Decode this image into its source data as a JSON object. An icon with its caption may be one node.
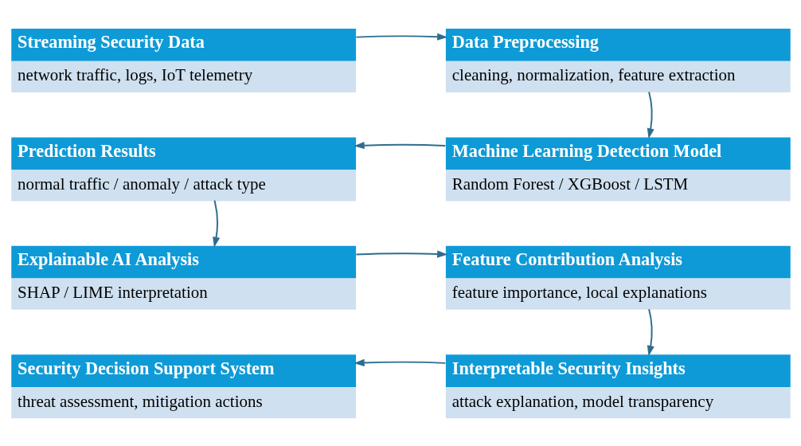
{
  "diagram": {
    "nodes": [
      {
        "text": [
          "Streaming Security Data",
          "network traffic, logs, IoT telemetry"
        ]
      },
      {
        "text": [
          "Data Preprocessing",
          "cleaning, normalization, feature extraction"
        ]
      },
      {
        "text": [
          "Prediction Results",
          "normal traffic / anomaly / attack type"
        ]
      },
      {
        "text": [
          "Machine Learning Detection Model",
          "Random Forest / XGBoost / LSTM"
        ]
      },
      {
        "text": [
          "Explainable AI Analysis",
          "SHAP / LIME interpretation"
        ]
      },
      {
        "text": [
          "Feature Contribution Analysis",
          "feature importance, local explanations"
        ]
      },
      {
        "text": [
          "Security Decision Support System",
          "threat assessment, mitigation actions"
        ]
      },
      {
        "text": [
          "Interpretable Security Insights",
          "attack explanation, model transparency"
        ]
      }
    ],
    "edges": [
      {
        "from": 0,
        "to": 1,
        "arrow": "to"
      },
      {
        "from": 1,
        "to": 3,
        "arrow": "to"
      },
      {
        "from": 3,
        "to": 2,
        "arrow": "to"
      },
      {
        "from": 2,
        "to": 4,
        "arrow": "to"
      },
      {
        "from": 4,
        "to": 5,
        "arrow": "to"
      },
      {
        "from": 5,
        "to": 7,
        "arrow": "to"
      },
      {
        "from": 7,
        "to": 6,
        "arrow": "to"
      }
    ]
  }
}
